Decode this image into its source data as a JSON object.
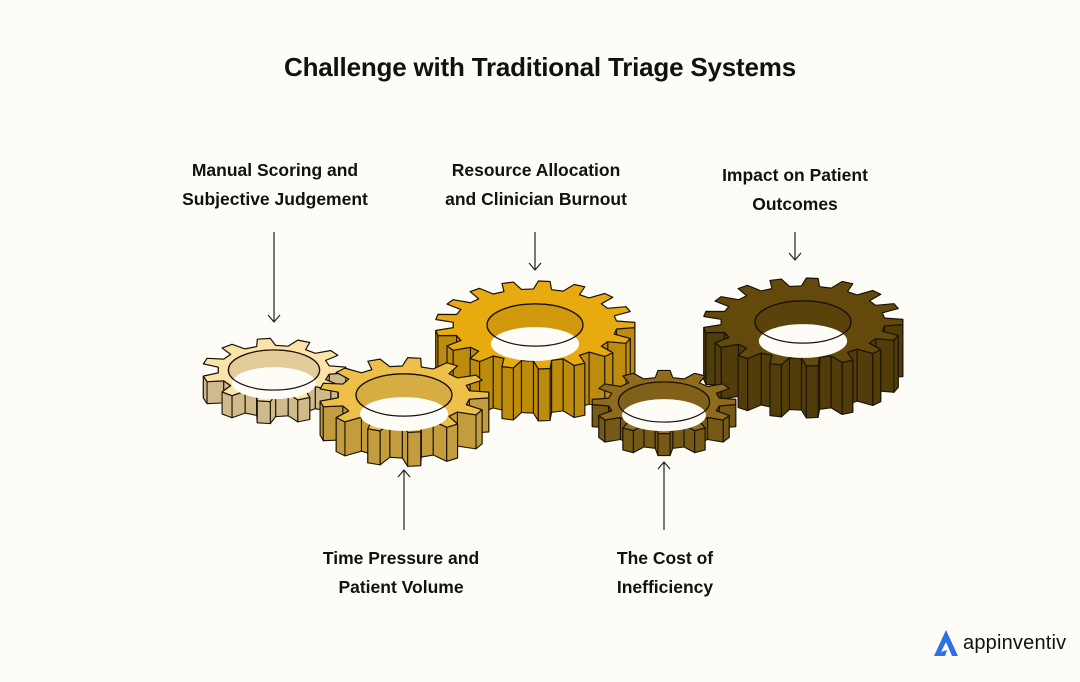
{
  "title": "Challenge with Traditional Triage Systems",
  "challenges": [
    {
      "id": "manual-scoring",
      "lines": [
        "Manual Scoring and",
        "Subjective Judgement"
      ],
      "color": "#fbe3aa",
      "teeth": 11,
      "arrow": "down"
    },
    {
      "id": "time-pressure",
      "lines": [
        "Time Pressure and",
        "Patient Volume"
      ],
      "color": "#eec04a",
      "teeth": 13,
      "arrow": "up"
    },
    {
      "id": "resource-allocation",
      "lines": [
        "Resource Allocation",
        "and Clinician Burnout"
      ],
      "color": "#e8ab0f",
      "teeth": 17,
      "arrow": "down"
    },
    {
      "id": "cost-of-inefficiency",
      "lines": [
        "The Cost of",
        "Inefficiency"
      ],
      "color": "#8f6c1c",
      "teeth": 12,
      "arrow": "up"
    },
    {
      "id": "patient-outcomes",
      "lines": [
        "Impact on Patient",
        "Outcomes"
      ],
      "color": "#634a0c",
      "teeth": 17,
      "arrow": "down"
    }
  ],
  "brand": {
    "name": "appinventiv",
    "color": "#2f6fe8",
    "icon": "appinventiv-logo-icon"
  }
}
